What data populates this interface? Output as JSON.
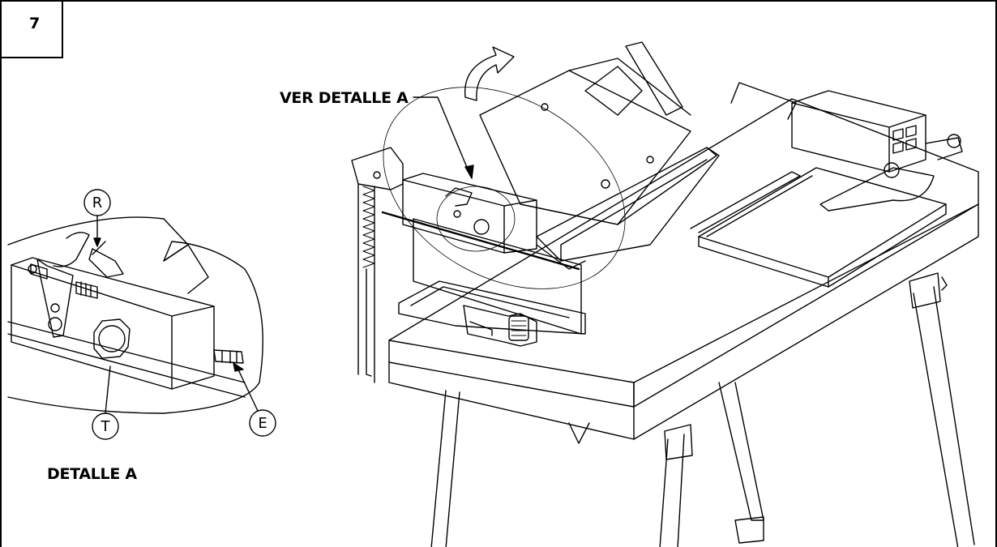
{
  "step": {
    "number": "7"
  },
  "labels": {
    "see_detail": "VER DETALLE A",
    "detail_title": "DETALLE A"
  },
  "callouts": {
    "r": "R",
    "t": "T",
    "e": "E"
  },
  "colors": {
    "line": "#000000",
    "background": "#ffffff"
  }
}
